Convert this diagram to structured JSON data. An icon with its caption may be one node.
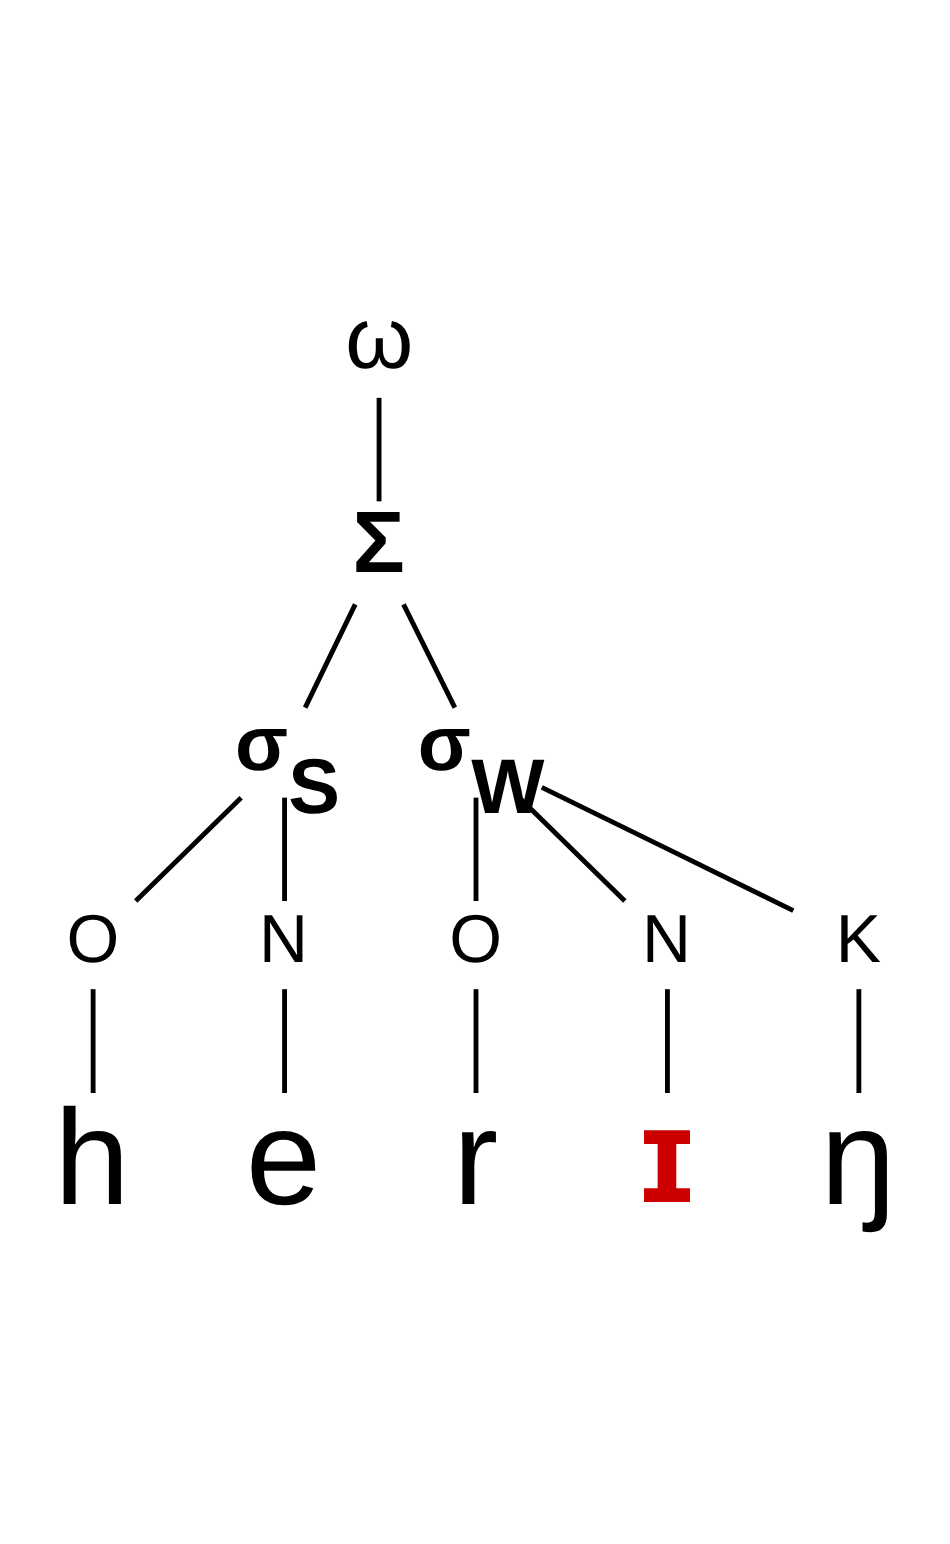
{
  "diagram": {
    "nodes": [
      {
        "text": [
          "ω"
        ]
      },
      {
        "text": [
          "Σ"
        ]
      },
      {
        "text": [
          "σ$_{S}$"
        ]
      },
      {
        "text": [
          "σ$_{W}$"
        ]
      },
      {
        "text": [
          "O"
        ]
      },
      {
        "text": [
          "N"
        ]
      },
      {
        "text": [
          "O"
        ]
      },
      {
        "text": [
          "N"
        ]
      },
      {
        "text": [
          "K"
        ]
      },
      {
        "text": [
          "h"
        ]
      },
      {
        "text": [
          "e"
        ]
      },
      {
        "text": [
          "r"
        ]
      },
      {
        "text": [
          "ɪ"
        ]
      },
      {
        "text": [
          "ŋ"
        ]
      }
    ],
    "edges": [
      {
        "from": 0,
        "to": 1,
        "arrow": "none"
      },
      {
        "from": 1,
        "to": 2,
        "arrow": "none"
      },
      {
        "from": 1,
        "to": 3,
        "arrow": "none"
      },
      {
        "from": 2,
        "to": 4,
        "arrow": "none"
      },
      {
        "from": 2,
        "to": 5,
        "arrow": "none"
      },
      {
        "from": 3,
        "to": 6,
        "arrow": "none"
      },
      {
        "from": 3,
        "to": 7,
        "arrow": "none"
      },
      {
        "from": 3,
        "to": 8,
        "arrow": "none"
      },
      {
        "from": 4,
        "to": 9,
        "arrow": "none"
      },
      {
        "from": 5,
        "to": 10,
        "arrow": "none"
      },
      {
        "from": 6,
        "to": 11,
        "arrow": "none"
      },
      {
        "from": 7,
        "to": 12,
        "arrow": "none"
      },
      {
        "from": 8,
        "to": 13,
        "arrow": "none"
      }
    ]
  }
}
